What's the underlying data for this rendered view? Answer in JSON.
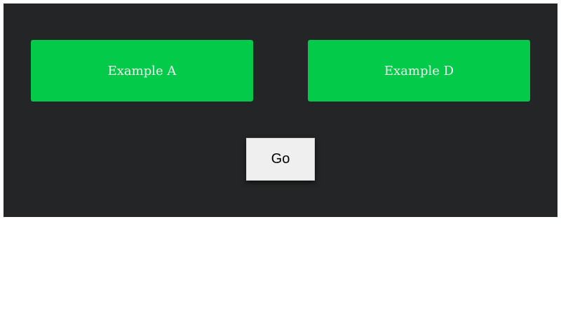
{
  "cards": [
    {
      "label": "Example A"
    },
    {
      "label": "Example D"
    }
  ],
  "go_button": {
    "label": "Go"
  },
  "colors": {
    "panel_bg": "#242526",
    "card_bg": "#04ca4a",
    "card_text": "#f2f2f2",
    "button_bg": "#efefef"
  }
}
